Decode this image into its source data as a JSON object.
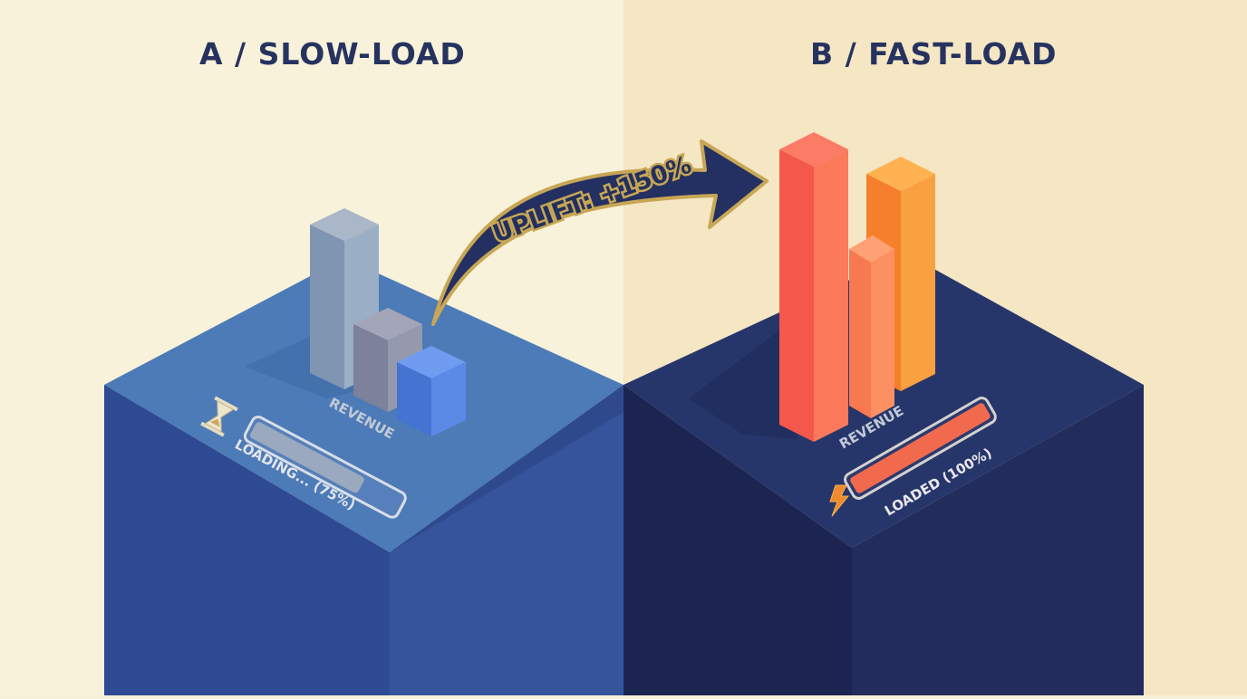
{
  "panels": {
    "a": {
      "title": "A / SLOW-LOAD",
      "chart_label": "REVENUE",
      "status": "LOADING... (75%)",
      "progress": 0.75
    },
    "b": {
      "title": "B / FAST-LOAD",
      "chart_label": "REVENUE",
      "status": "LOADED (100%)",
      "progress": 1.0
    }
  },
  "uplift": {
    "label": "UPLIFT: +150%"
  },
  "icons": {
    "a_status_icon": "hourglass-icon",
    "b_status_icon": "lightning-icon"
  },
  "colors": {
    "background_left": "#f8f2db",
    "background_right": "#f5e7c6",
    "block_a": "#4c7ab7",
    "block_b": "#243262",
    "arrow": "#233061",
    "arrow_outline": "#c7a655",
    "a_bars": [
      "#8ea3bd",
      "#8d91a8",
      "#4f82de"
    ],
    "b_bars": [
      "#f4624f",
      "#fb8a57",
      "#f88f34"
    ]
  }
}
